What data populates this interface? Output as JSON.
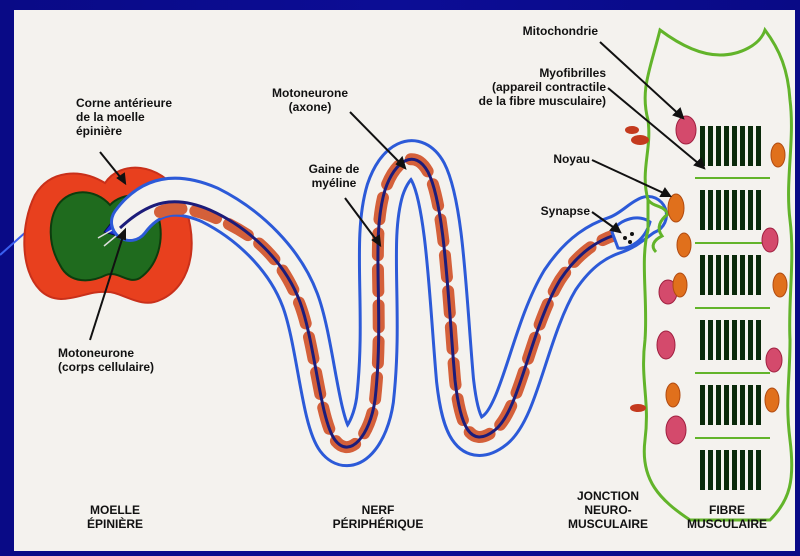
{
  "labels": {
    "mitochondrie": "Mitochondrie",
    "myofibrilles": "Myofibrilles\n(appareil contractile\nde la fibre musculaire)",
    "corne": "Corne antérieure\nde la moelle\népinière",
    "motoneurone_axone": "Motoneurone\n(axone)",
    "gaine": "Gaine de\nmyéline",
    "noyau": "Noyau",
    "synapse": "Synapse",
    "motoneurone_corps": "Motoneurone\n(corps cellulaire)",
    "moelle": "MOELLE\nÉPINIÈRE",
    "nerf": "NERF\nPÉRIPHÉRIQUE",
    "jonction": "JONCTION\nNEURO-\nMUSCULAIRE",
    "fibre": "FIBRE\nMUSCULAIRE"
  },
  "colors": {
    "slide_background": "#0b0c8c",
    "paper": "#f4f2ee",
    "spinal_outer": "#e8401e",
    "spinal_inner": "#1f6b1e",
    "nerve_sheath": "#2c5ad8",
    "axon": "#1c1c7a",
    "myelin_node": "#d4603a",
    "muscle_outline": "#62b42a",
    "myofibril": "#0a2a0a",
    "mitochondria": "#d44a6c",
    "nucleus": "#e0701c"
  }
}
